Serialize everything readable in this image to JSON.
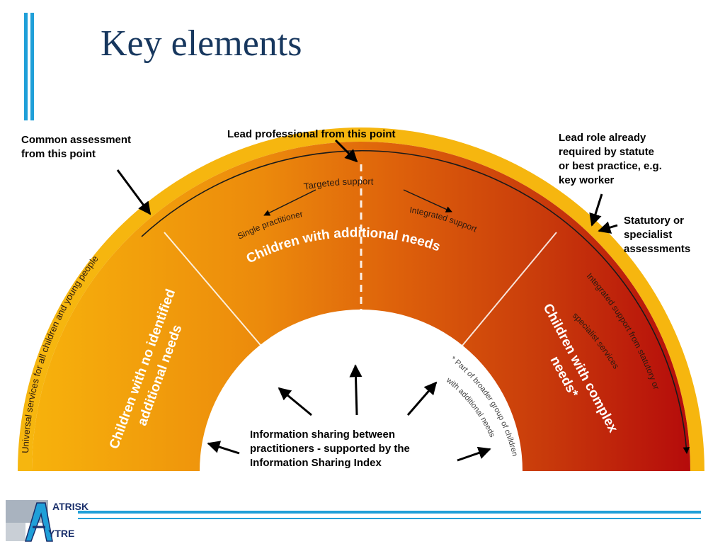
{
  "title": "Key elements",
  "callouts": {
    "common_assessment": "Common assessment\nfrom this point",
    "lead_professional": "Lead professional from this point",
    "lead_role": "Lead role already\nrequired by statute\nor best practice, e.g.\nkey worker",
    "statutory": "Statutory or\nspecialist\nassessments",
    "information_sharing": "Information sharing between\npractitioners - supported by the\nInformation Sharing Index"
  },
  "arc_labels": {
    "universal": "Universal services for all children and young people",
    "targeted_support": "Targeted support",
    "single_practitioner": "Single practitioner",
    "integrated_support": "Integrated support",
    "integrated_statutory": "Integrated support from statutory or",
    "specialist_services": "specialist services",
    "broader_group_1": "* Part of broader group of children",
    "broader_group_2": "with additional needs"
  },
  "segments": {
    "no_identified_1": "Children with no identified",
    "no_identified_2": "additional needs",
    "additional_needs": "Children with additional needs",
    "complex_1": "Children with complex",
    "complex_2": "needs*"
  },
  "logo": {
    "top_text": "ATRISK",
    "bottom_text": "YTRE"
  },
  "colors": {
    "accent_blue": "#1f9fd8",
    "title_navy": "#17375e",
    "band_yellow": "#f6b60f",
    "segment_orange_left": "#f5a30c",
    "segment_red_right": "#b90d0b"
  }
}
